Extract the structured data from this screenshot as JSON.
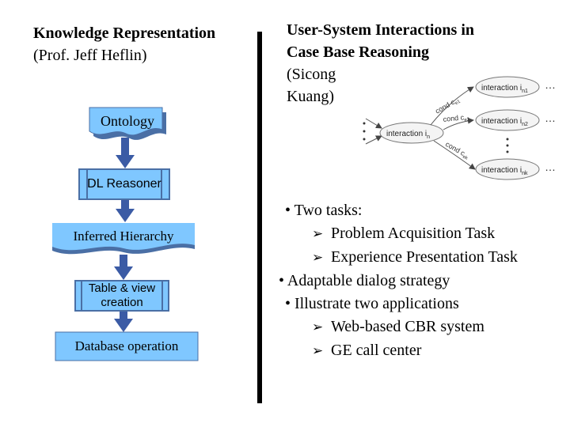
{
  "left": {
    "title_line1": "Knowledge Representation",
    "title_line2": "(Prof. Jeff Heflin)",
    "flow": {
      "ontology": "Ontology",
      "dl_reasoner": "DL Reasoner",
      "inferred_hierarchy": "Inferred Hierarchy",
      "table_view_line1": "Table & view",
      "table_view_line2": "creation",
      "database_operation": "Database operation"
    }
  },
  "right": {
    "title_line1": "User-System Interactions in",
    "title_line2": "Case Base Reasoning",
    "title_line3": "(Sicong",
    "title_line4": "Kuang)",
    "graph": {
      "center_node": "interaction i",
      "center_sub": "n",
      "node1": "interaction i",
      "node1_sub": "n1",
      "node2": "interaction i",
      "node2_sub": "n2",
      "node3": "interaction i",
      "node3_sub": "nk",
      "edge1": "cond c",
      "edge1_sub": "e1",
      "edge2": "cond c",
      "edge2_sub": "e2",
      "edge3": "cond c",
      "edge3_sub": "ek",
      "ellipsis": "…"
    },
    "bullets": {
      "b1": "• Two tasks:",
      "b1a": "Problem Acquisition Task",
      "b1b": "Experience Presentation Task",
      "b2": "• Adaptable dialog strategy",
      "b3": "• Illustrate two applications",
      "b3a": "Web-based CBR system",
      "b3b": "GE call center",
      "arrow_glyph": "➢"
    }
  },
  "colors": {
    "box_fill": "#7fc7ff",
    "box_shade": "#4a6fa5",
    "arrow": "#3b5ba5",
    "divider": "#000000"
  }
}
